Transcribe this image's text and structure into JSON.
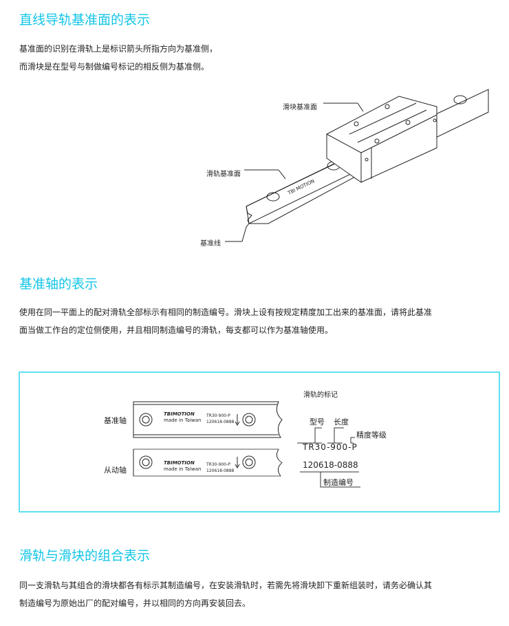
{
  "section1": {
    "title": "直线导轨基准面的表示",
    "lines": [
      "基准面的识别在滑轨上是标识箭头所指方向为基准侧，",
      "而滑块是在型号与制做编号标记的相反侧为基准侧。"
    ],
    "figure": {
      "block_label": "滑块基准面",
      "rail_label": "滑轨基准面",
      "line_label": "基准线",
      "rail_brand": "TBI MOTION"
    }
  },
  "section2": {
    "title": "基准轴的表示",
    "lines": [
      "使用在同一平面上的配对滑轨全部标示有相同的制造编号。滑块上设有按规定精度加工出来的基准面，请将此基准",
      "面当做工作台的定位侧使用，并且相同制造编号的滑轨，每支都可以作为基准轴使用。"
    ],
    "figure": {
      "reference_axis": "基准轴",
      "driven_axis": "从动轴",
      "brand": "TBIMOTION",
      "origin": "made in Taiwan",
      "model": "TR30-900-P",
      "serial": "120618-0888",
      "legend": {
        "title": "滑轨的标记",
        "model_label": "型号",
        "length_label": "长度",
        "grade_label": "精度等级",
        "model_code": "TR30-900-P",
        "serial_code": "120618-0888",
        "serial_label": "制造编号"
      }
    }
  },
  "section3": {
    "title": "滑轨与滑块的组合表示",
    "lines": [
      "同一支滑轨与其组合的滑块都各有标示其制造编号，在安装滑轨时，若需先将滑块卸下重新组装时，请务必确认其",
      "制造编号为原始出厂的配对编号，并以相同的方向再安装回去。"
    ]
  },
  "colors": {
    "accent": "#13c5e6",
    "box_border": "#5fe0f2"
  }
}
